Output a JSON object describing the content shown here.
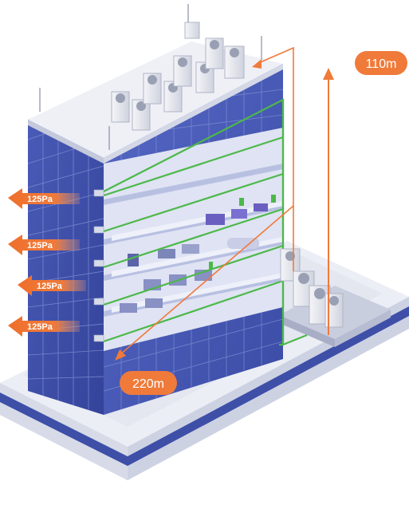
{
  "labels": {
    "height": "110m",
    "length": "220m",
    "pressure": [
      "125Pa",
      "125Pa",
      "125Pa",
      "125Pa"
    ]
  },
  "colors": {
    "facade": "#3e4fa8",
    "facade_dark": "#2e3a86",
    "glass_line": "#8a98d8",
    "pipe": "#4cb84a",
    "arrow": "#f07a3a",
    "roof": "#e9ebf2",
    "base": "#dfe3ef",
    "base_stripe": "#3e4fa8"
  }
}
